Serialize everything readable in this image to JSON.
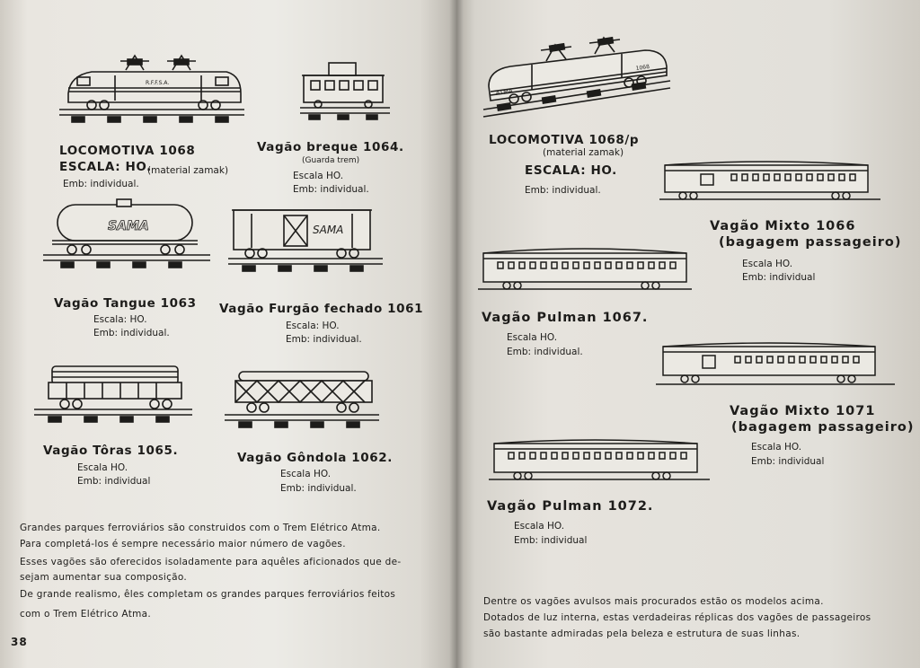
{
  "page_left": {
    "page_number": "38",
    "items": [
      {
        "title": "LOCOMOTIVA 1068",
        "line2": "ESCALA: HO.",
        "note": "(material zamak)",
        "emb": "Emb: individual."
      },
      {
        "title": "Vagão breque 1064.",
        "note": "(Guarda trem)",
        "escala": "Escala HO.",
        "emb": "Emb: individual."
      },
      {
        "title": "Vagão Tangue 1063",
        "escala": "Escala: HO.",
        "emb": "Emb: individual."
      },
      {
        "title": "Vagão Furgão fechado 1061",
        "escala": "Escala: HO.",
        "emb": "Emb: individual."
      },
      {
        "title": "Vagão Tôras 1065.",
        "escala": "Escala HO.",
        "emb": "Emb: individual"
      },
      {
        "title": "Vagão Gôndola 1062.",
        "escala": "Escala HO.",
        "emb": "Emb: individual."
      }
    ],
    "paragraph": [
      "Grandes parques ferroviários são construidos com o Trem Elétrico Atma.",
      "Para completá-los é sempre necessário maior número de vagões.",
      "Esses vagões são oferecidos isoladamente para aquêles aficionados que de-",
      "sejam aumentar sua composição.",
      "De grande realismo, êles completam os grandes parques ferroviários feitos",
      "com o Trem Elétrico Atma."
    ],
    "car_markings": {
      "loco": "R.F.F.S.A.",
      "tank": "SAMA",
      "boxcar": "SAMA"
    }
  },
  "page_right": {
    "items": [
      {
        "title": "LOCOMOTIVA 1068/p",
        "note": "(material zamak)",
        "line2": "ESCALA: HO.",
        "emb": "Emb: individual."
      },
      {
        "title": "Vagão Mixto 1066",
        "subtitle": "(bagagem passageiro)",
        "escala": "Escala HO.",
        "emb": "Emb: individual"
      },
      {
        "title": "Vagão Pulman 1067.",
        "escala": "Escala HO.",
        "emb": "Emb: individual."
      },
      {
        "title": "Vagão Mixto 1071",
        "subtitle": "(bagagem passageiro)",
        "escala": "Escala HO.",
        "emb": "Emb: individual"
      },
      {
        "title": "Vagão Pulman 1072.",
        "escala": "Escala HO.",
        "emb": "Emb: individual"
      }
    ],
    "paragraph": [
      "Dentre os vagões avulsos mais procurados estão os modelos acima.",
      "Dotados de luz interna, estas verdadeiras réplicas dos vagões de passageiros",
      "são bastante admiradas pela beleza e estrutura de suas linhas."
    ],
    "car_markings": {
      "loco": "ATMA",
      "loco_number": "1068"
    }
  },
  "colors": {
    "ink": "#1d1c1a",
    "paper": "#e9e6e0"
  }
}
